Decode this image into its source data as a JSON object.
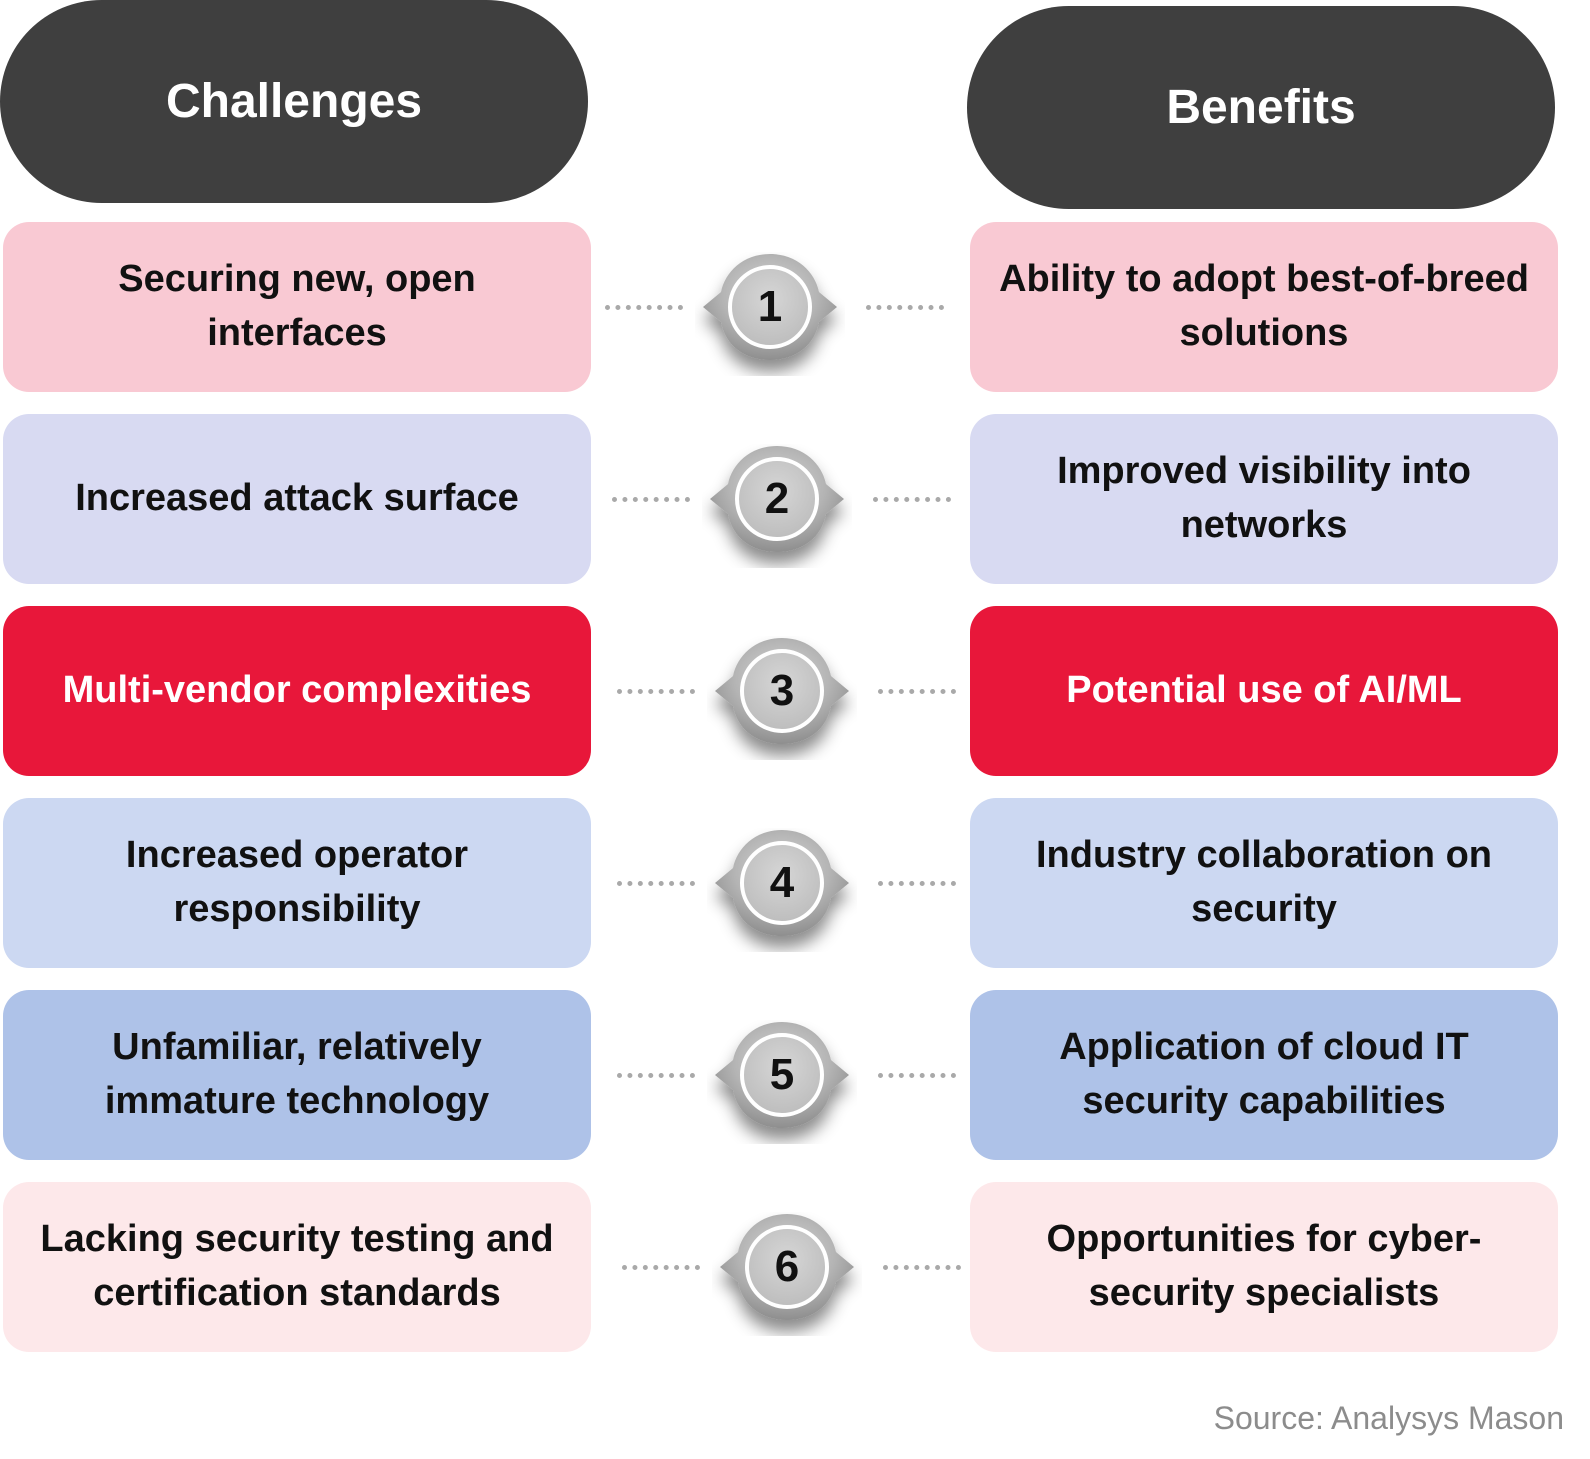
{
  "headers": {
    "left": "Challenges",
    "right": "Benefits"
  },
  "rows": [
    {
      "number": "1",
      "challenge": "Securing new, open interfaces",
      "benefit": "Ability to adopt best-of-breed solutions",
      "box_color": "#f9c9d3",
      "text_color": "#111111"
    },
    {
      "number": "2",
      "challenge": "Increased attack surface",
      "benefit": "Improved visibility into networks",
      "box_color": "#d8daf2",
      "text_color": "#111111"
    },
    {
      "number": "3",
      "challenge": "Multi-vendor complexities",
      "benefit": "Potential use of AI/ML",
      "box_color": "#e8173a",
      "text_color": "#ffffff"
    },
    {
      "number": "4",
      "challenge": "Increased operator responsibility",
      "benefit": "Industry collaboration on security",
      "box_color": "#ccd8f2",
      "text_color": "#111111"
    },
    {
      "number": "5",
      "challenge": "Unfamiliar, relatively immature technology",
      "benefit": "Application of cloud IT security capabilities",
      "box_color": "#aec2e8",
      "text_color": "#111111"
    },
    {
      "number": "6",
      "challenge": "Lacking security testing and certification standards",
      "benefit": "Opportunities for cyber-security specialists",
      "box_color": "#fde8ea",
      "text_color": "#111111"
    }
  ],
  "source": "Source: Analysys Mason"
}
